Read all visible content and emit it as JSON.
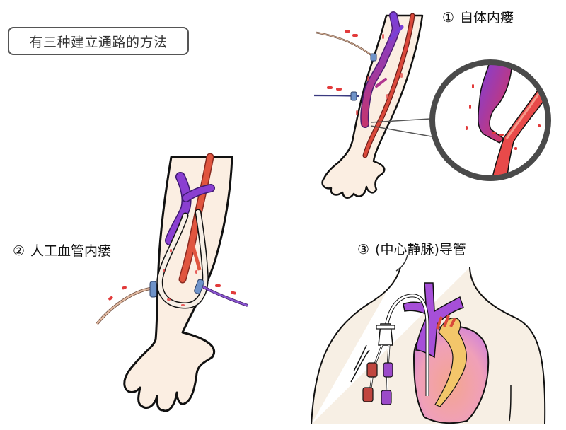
{
  "title": "有三种建立通路的方法",
  "methods": [
    {
      "number": "①",
      "label": "自体内瘘"
    },
    {
      "number": "②",
      "label": "人工血管内瘘"
    },
    {
      "number": "③",
      "label": "(中心静脉)导管"
    }
  ],
  "colors": {
    "skin": "#fbeee2",
    "outline": "#111111",
    "artery": "#d9483a",
    "vein": "#8a3fd1",
    "vein_mixed": "#b0358f",
    "graft": "#f7efe6",
    "needle_hub": "#6f93c9",
    "flow_arrow": "#e23b3b",
    "magnifier_ring": "#4a4a4a",
    "catheter_red_cap": "#c0463f",
    "catheter_purple_cap": "#9b4ac9",
    "heart_pink": "#f2a0a8",
    "aorta_yellow": "#f3c66a"
  }
}
